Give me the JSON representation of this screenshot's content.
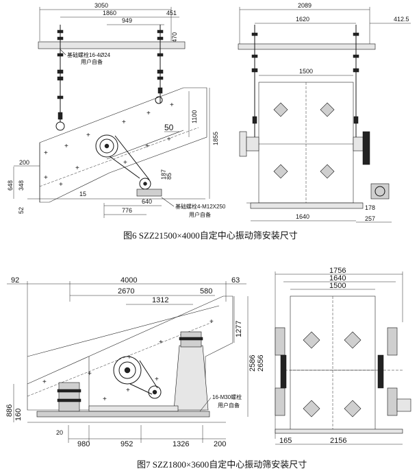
{
  "figure6": {
    "caption": "图6 SZZ21500×4000自定中心振动筛安装尺寸",
    "side_view": {
      "dims": {
        "overall": "3050",
        "span_a": "1860",
        "span_b": "451",
        "span_c": "949",
        "height_470": "470",
        "height_1100": "1100",
        "height_1855": "1855",
        "height_50": "50",
        "width_200": "200",
        "height_648": "648",
        "height_348": "348",
        "height_52": "52",
        "dim_15": "15",
        "dim_776": "776",
        "dim_640": "640",
        "dim_187": "187",
        "dim_85": "85"
      },
      "notes": {
        "bolt_top": "基础螺栓16-4Ø24",
        "user_top": "用户自备",
        "bolt_bottom": "基础螺栓4-M12X250",
        "user_bottom": "用户自备"
      }
    },
    "end_view": {
      "dims": {
        "overall": "2089",
        "span": "1620",
        "offset": "412.5",
        "deck": "1500",
        "base": "1640",
        "motor_h": "178",
        "motor_w": "257"
      }
    }
  },
  "figure7": {
    "caption": "图7 SZZ1800×3600自定中心振动筛安装尺寸",
    "side_view": {
      "dims": {
        "left_offset": "92",
        "overall": "4000",
        "right_offset": "63",
        "span_a": "2670",
        "span_b": "580",
        "span_c": "1312",
        "height_1277": "1277",
        "height_2586": "2586",
        "height_2656": "2656",
        "height_886": "886",
        "height_160": "160",
        "dim_20": "20",
        "base_a": "980",
        "base_b": "952",
        "base_c": "1326",
        "base_d": "200"
      },
      "notes": {
        "bolt": "16-M30螺栓",
        "user": "用户自备"
      }
    },
    "end_view": {
      "dims": {
        "overall": "1756",
        "span": "1640",
        "deck": "1500",
        "left": "165",
        "base": "2156"
      }
    }
  }
}
